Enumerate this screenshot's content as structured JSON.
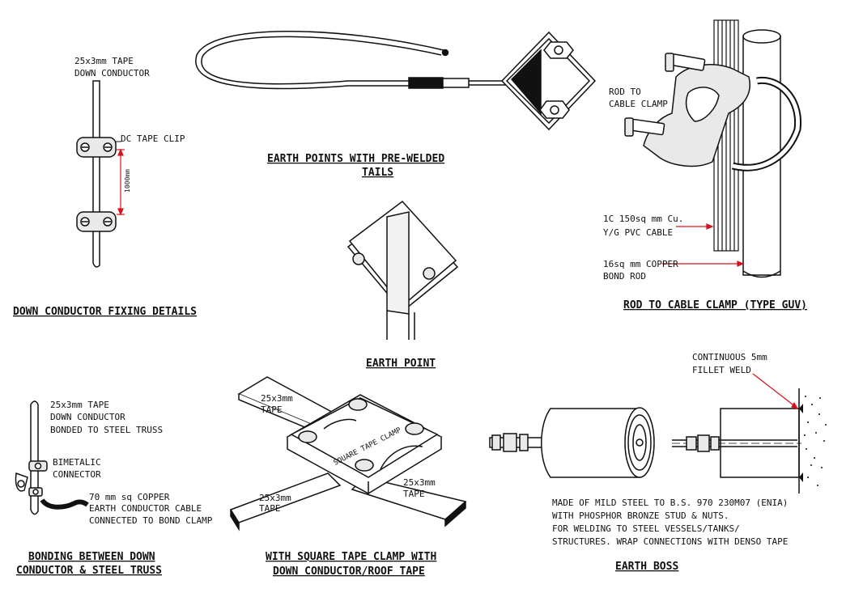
{
  "colors": {
    "ink": "#111111",
    "accent": "#d8111a",
    "fill_gray": "#e9e9e9",
    "paper": "#ffffff"
  },
  "down_conductor": {
    "label_tape_1": "25x3mm TAPE",
    "label_tape_2": "DOWN CONDUCTOR",
    "label_clip": "DC TAPE CLIP",
    "dimension": "1000mm",
    "title": "DOWN CONDUCTOR FIXING DETAILS"
  },
  "earth_points_tails": {
    "title_1": "EARTH POINTS WITH PRE-WELDED",
    "title_2": "TAILS"
  },
  "earth_point": {
    "title": "EARTH POINT"
  },
  "rod_clamp": {
    "label_clamp_1": "ROD TO",
    "label_clamp_2": "CABLE CLAMP",
    "label_cable_1": "1C 150sq mm Cu.",
    "label_cable_2": "Y/G PVC CABLE",
    "label_rod_1": "16sq mm COPPER",
    "label_rod_2": "BOND ROD",
    "title": "ROD TO CABLE CLAMP (TYPE GUV)"
  },
  "bonding": {
    "label_tape_1": "25x3mm TAPE",
    "label_tape_2": "DOWN CONDUCTOR",
    "label_tape_3": "BONDED TO STEEL TRUSS",
    "label_bimetal_1": "BIMETALIC",
    "label_bimetal_2": "CONNECTOR",
    "label_cable_1": "70 mm sq COPPER",
    "label_cable_2": "EARTH CONDUCTOR CABLE",
    "label_cable_3": "CONNECTED TO BOND CLAMP",
    "title_1": "BONDING BETWEEN DOWN",
    "title_2": "CONDUCTOR & STEEL TRUSS"
  },
  "square_clamp": {
    "tape_top_1": "25x3mm",
    "tape_top_2": "TAPE",
    "tape_left_1": "25x3mm",
    "tape_left_2": "TAPE",
    "tape_right_1": "25x3mm",
    "tape_right_2": "TAPE",
    "clamp_text": "SQUARE TAPE CLAMP",
    "title_1": "WITH SQUARE TAPE CLAMP WITH",
    "title_2": "DOWN CONDUCTOR/ROOF TAPE"
  },
  "earth_boss": {
    "weld_1": "CONTINUOUS 5mm",
    "weld_2": "FILLET WELD",
    "note_1": "MADE OF MILD STEEL TO B.S. 970 230M07 (ENIA)",
    "note_2": "WITH PHOSPHOR BRONZE STUD & NUTS.",
    "note_3": "FOR WELDING TO STEEL VESSELS/TANKS/",
    "note_4": "STRUCTURES. WRAP CONNECTIONS WITH DENSO TAPE",
    "title": "EARTH BOSS"
  }
}
